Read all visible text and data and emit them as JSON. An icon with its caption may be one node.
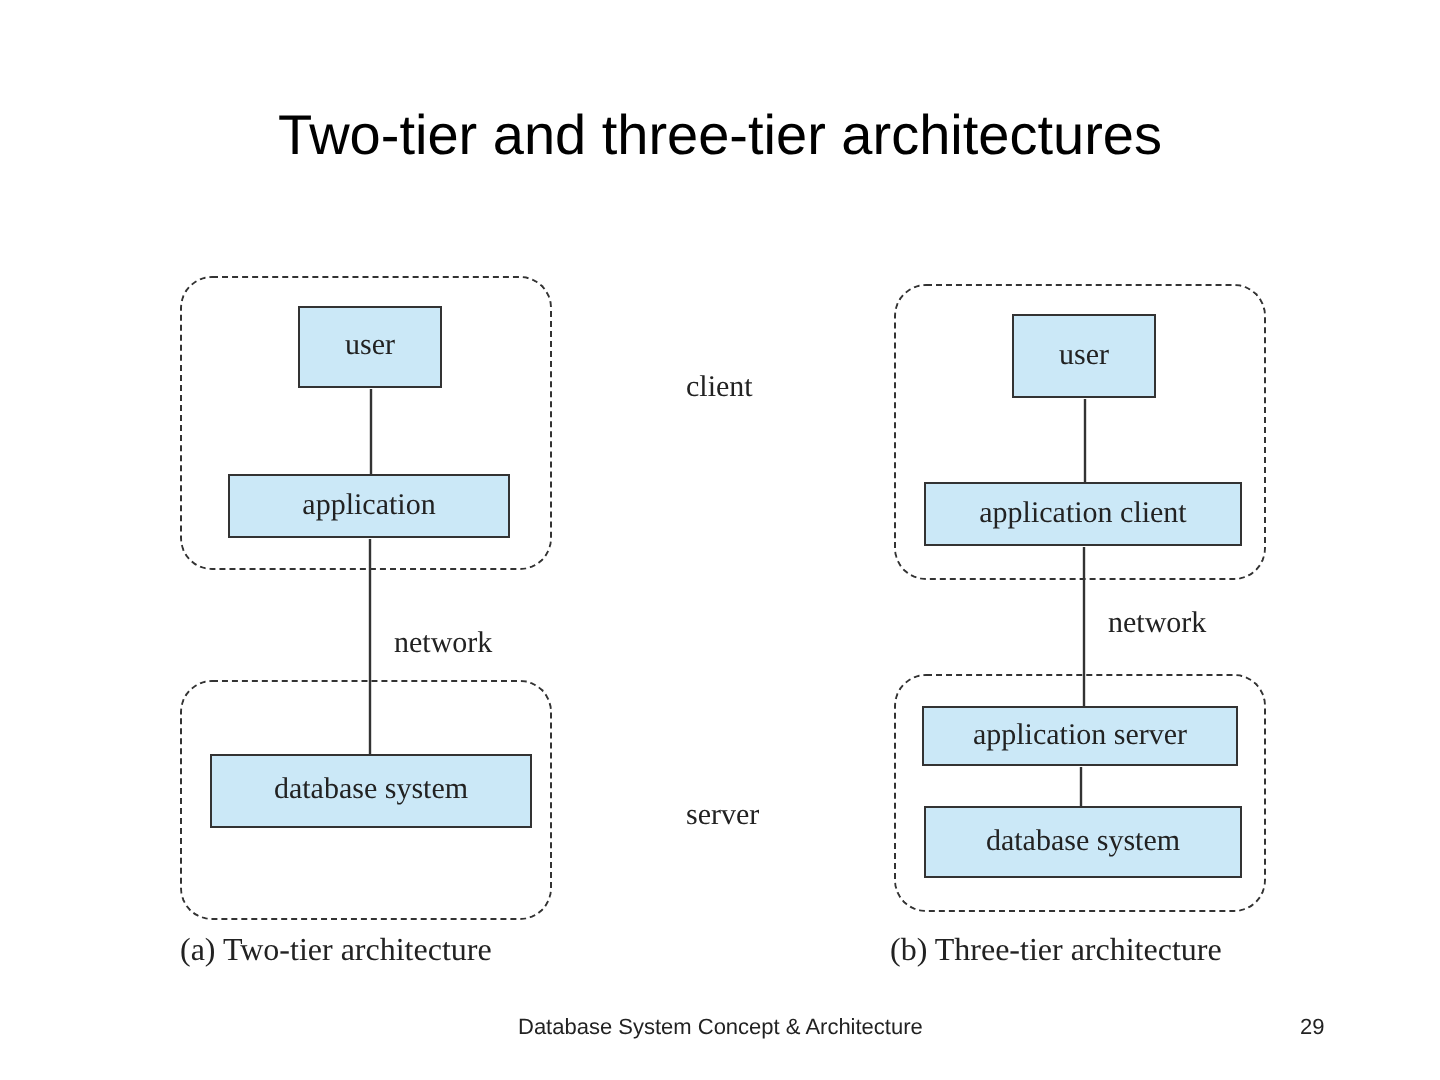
{
  "diagram": {
    "title": "Two-tier and three-tier architectures",
    "nodes": [
      {
        "text": [],
        "shape": "box"
      },
      {
        "text": [
          "user"
        ],
        "in": 0
      },
      {
        "text": [
          "application"
        ],
        "in": 0
      },
      {
        "text": [],
        "shape": "box"
      },
      {
        "text": [
          "database system"
        ],
        "in": 3
      },
      {
        "text": [],
        "shape": "box"
      },
      {
        "text": [
          "user"
        ],
        "in": 5
      },
      {
        "text": [
          "application client"
        ],
        "in": 5
      },
      {
        "text": [],
        "shape": "box"
      },
      {
        "text": [
          "application server"
        ],
        "in": 8
      },
      {
        "text": [
          "database system"
        ],
        "in": 8
      }
    ],
    "edges": [
      {
        "from": 1,
        "to": 2,
        "arrow": "none"
      },
      {
        "from": 2,
        "to": 4,
        "arrow": "none",
        "label": "network"
      },
      {
        "from": 6,
        "to": 7,
        "arrow": "none"
      },
      {
        "from": 7,
        "to": 9,
        "arrow": "none",
        "label": "network"
      },
      {
        "from": 9,
        "to": 10,
        "arrow": "none"
      }
    ],
    "labels": [
      "client",
      "server",
      "(a) Two-tier architecture",
      "(b) Three-tier architecture",
      "Database System Concept & Architecture",
      "29"
    ]
  }
}
